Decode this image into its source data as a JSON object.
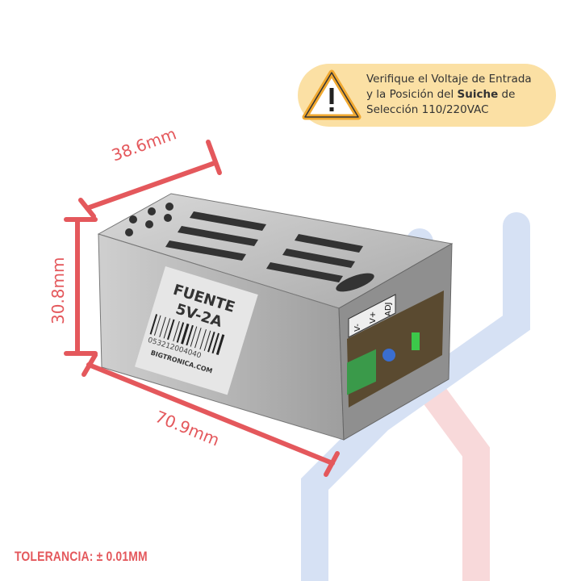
{
  "warning": {
    "icon": "warning-triangle-icon",
    "line1": "Verifique el Voltaje de Entrada",
    "line2_pre": "y la Posición del ",
    "line2_bold": "Suiche",
    "line2_post": " de",
    "line3": "Selección 110/220VAC",
    "background": "#fbe0a4",
    "icon_color": "#f0a830"
  },
  "dimensions": {
    "width": "38.6mm",
    "height": "30.8mm",
    "length": "70.9mm",
    "color": "#e4585c"
  },
  "product_label": {
    "title": "FUENTE",
    "rating": "5V-2A",
    "barcode_number": "053212004040",
    "website": "BIGTRONICA.COM"
  },
  "terminals": [
    "V-",
    "V+",
    "ADJ"
  ],
  "tolerance": "TOLERANCIA:  ± 0.01MM"
}
